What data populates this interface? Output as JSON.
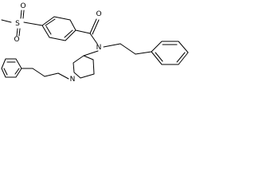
{
  "atoms": {
    "sulfonyl_sulfur": "S",
    "sulfonyl_oxygen_top": "O",
    "sulfonyl_oxygen_bottom": "O",
    "carbonyl_oxygen": "O",
    "amide_nitrogen": "N",
    "piperidine_nitrogen": "N"
  }
}
